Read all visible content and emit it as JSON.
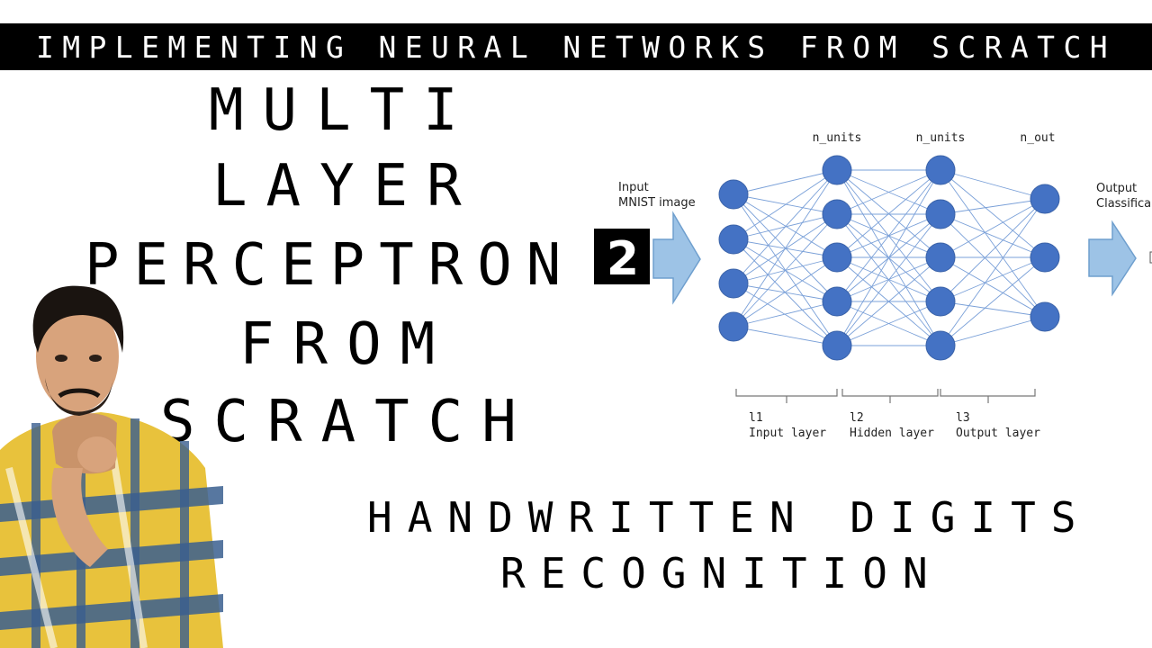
{
  "banner": {
    "text": "IMPLEMENTING NEURAL NETWORKS FROM SCRATCH"
  },
  "title_lines": [
    "MULTI",
    "LAYER",
    "PERCEPTRON",
    "FROM",
    "SCRATCH"
  ],
  "subtitle_lines": [
    "HANDWRITTEN DIGITS",
    "RECOGNITION"
  ],
  "diagram": {
    "input_caption": [
      "Input",
      "MNIST image"
    ],
    "digit": "2",
    "output_caption": [
      "Output",
      "Classifica"
    ],
    "layer_headers": [
      "n_units",
      "n_units",
      "n_out"
    ],
    "layer_counts": [
      4,
      5,
      5,
      3
    ],
    "layer_groups": [
      {
        "id": "l1",
        "name": "Input layer"
      },
      {
        "id": "l2",
        "name": "Hidden layer"
      },
      {
        "id": "l3",
        "name": "Output layer"
      }
    ],
    "colors": {
      "node": "#4472c4",
      "edge": "#7aa0d8",
      "arrow": "#9dc3e6",
      "banner": "#000000"
    }
  }
}
